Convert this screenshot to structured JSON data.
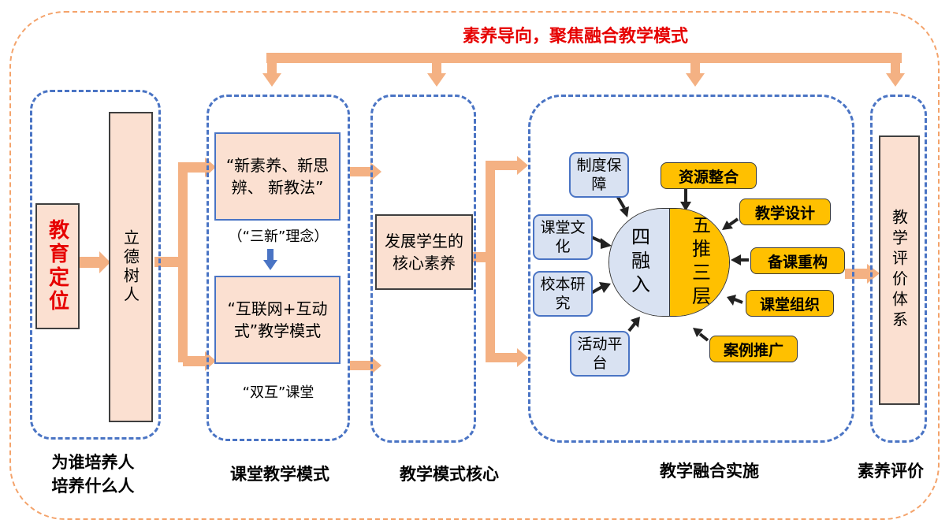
{
  "title": "素养导向，聚焦融合教学模式",
  "columns": {
    "positioning": {
      "label_line1": "为谁培养人",
      "label_line2": "培养什么人",
      "red_box": "教育定位",
      "tall_box": "立德树人"
    },
    "classroom": {
      "label": "课堂教学模式",
      "box_top": "“新素养、新思辨、 新教法”",
      "caption_top": "（“三新”理念）",
      "box_bottom": "“互联网+互动式”教学模式",
      "caption_bottom": "“双互”课堂"
    },
    "core": {
      "label": "教学模式核心",
      "box": "发展学生的核心素养"
    },
    "implementation": {
      "label": "教学融合实施",
      "four_fusion": "四融入",
      "five_push": "五推三层",
      "left_items": [
        "制度保障",
        "课堂文化",
        "校本研究",
        "活动平台"
      ],
      "right_items": [
        "资源整合",
        "教学设计",
        "备课重构",
        "课堂组织",
        "案例推广"
      ]
    },
    "evaluation": {
      "label": "素养评价",
      "box": "教学评价体系"
    }
  },
  "colors": {
    "arrow_orange": "#f4b183",
    "outer_border": "#f4a36b",
    "column_border": "#4a74c4",
    "title_red": "#e60000",
    "box_peach": "#fbe0d1",
    "chip_blue": "#d9e2f2",
    "chip_gold": "#ffc000"
  }
}
